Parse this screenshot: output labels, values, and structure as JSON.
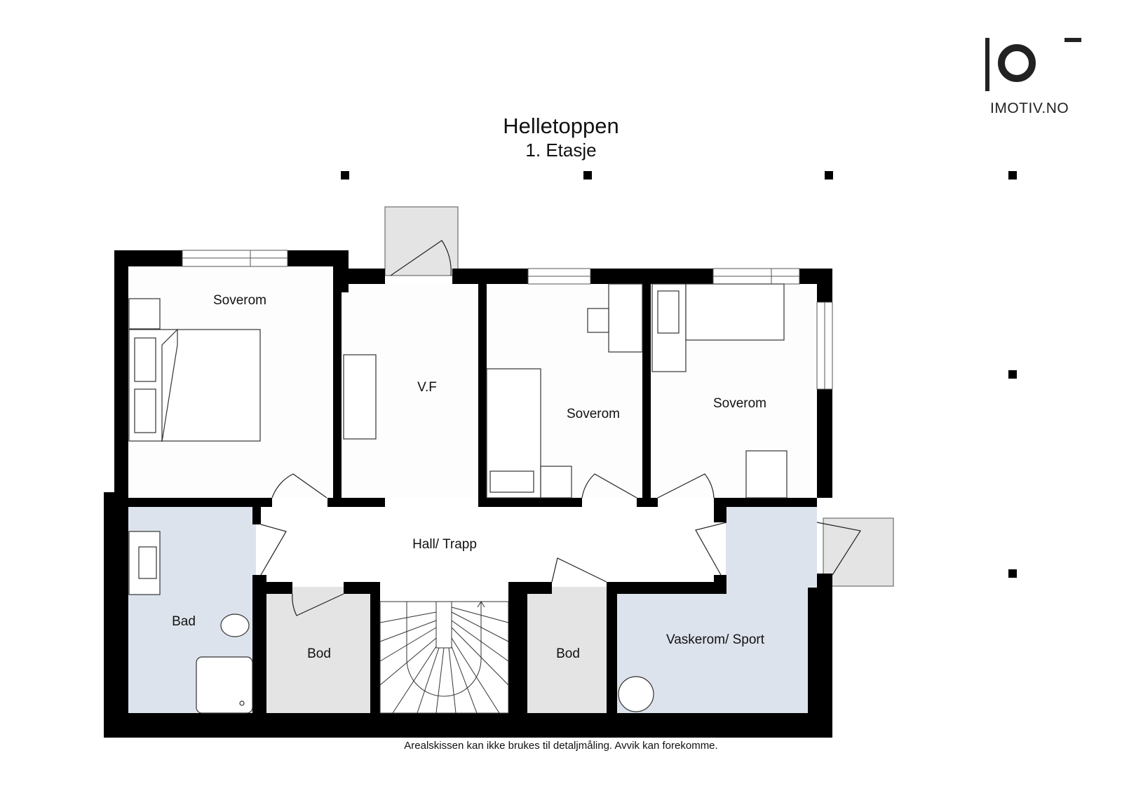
{
  "header": {
    "title": "Helletoppen",
    "subtitle": "1. Etasje"
  },
  "logo": {
    "icon": "imotiv-logo-icon",
    "text": "IMOTIV.NO"
  },
  "rooms": {
    "soverom_1": "Soverom",
    "vf": "V.F",
    "soverom_2": "Soverom",
    "soverom_3": "Soverom",
    "hall": "Hall/ Trapp",
    "bad": "Bad",
    "bod_1": "Bod",
    "bod_2": "Bod",
    "vaskerom": "Vaskerom/ Sport"
  },
  "footer": {
    "disclaimer": "Arealskissen kan ikke brukes til detaljmåling. Avvik kan forekomme."
  },
  "colors": {
    "wall": "#000000",
    "wet_room": "#dde3ec",
    "storage": "#e4e4e4",
    "floor": "#fdfdfd"
  }
}
